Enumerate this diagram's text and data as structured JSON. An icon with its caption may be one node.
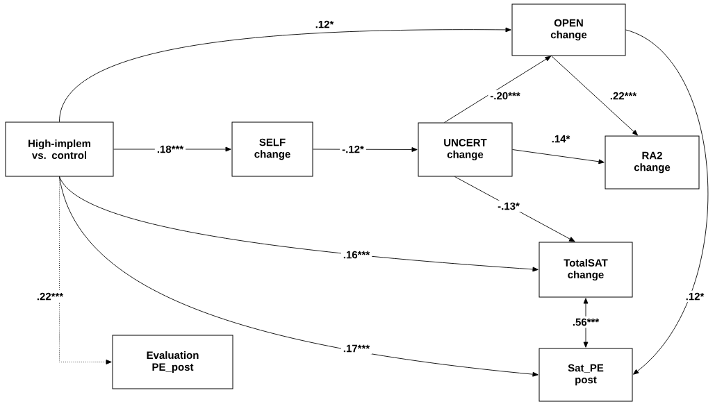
{
  "diagram": {
    "nodes": [
      {
        "text": [
          "High-implem vs. control"
        ]
      },
      {
        "text": [
          "SELF change"
        ]
      },
      {
        "text": [
          "UNCERT change"
        ]
      },
      {
        "text": [
          "OPEN change"
        ]
      },
      {
        "text": [
          "RA2 change"
        ]
      },
      {
        "text": [
          "TotalSAT change"
        ]
      },
      {
        "text": [
          "Sat_PE post"
        ]
      },
      {
        "text": [
          "Evaluation PE_post"
        ]
      }
    ],
    "edges": [
      {
        "from": 0,
        "to": 3,
        "arrow": "to",
        "label": ".12*"
      },
      {
        "from": 0,
        "to": 1,
        "arrow": "to",
        "label": ".18***"
      },
      {
        "from": 1,
        "to": 2,
        "arrow": "to",
        "label": "-.12*"
      },
      {
        "from": 2,
        "to": 3,
        "arrow": "to",
        "label": "-.20***"
      },
      {
        "from": 3,
        "to": 4,
        "arrow": "to",
        "label": ".22***"
      },
      {
        "from": 2,
        "to": 4,
        "arrow": "to",
        "label": ".14*"
      },
      {
        "from": 2,
        "to": 5,
        "arrow": "to",
        "label": "-.13*"
      },
      {
        "from": 0,
        "to": 5,
        "arrow": "to",
        "label": ".16***"
      },
      {
        "from": 0,
        "to": 7,
        "arrow": "to",
        "label": ".22***",
        "style": "dashed"
      },
      {
        "from": 0,
        "to": 6,
        "arrow": "to",
        "label": ".17***"
      },
      {
        "from": 5,
        "to": 6,
        "arrow": "both",
        "label": ".56***"
      },
      {
        "from": 3,
        "to": 6,
        "arrow": "to",
        "label": ".12*"
      }
    ]
  }
}
